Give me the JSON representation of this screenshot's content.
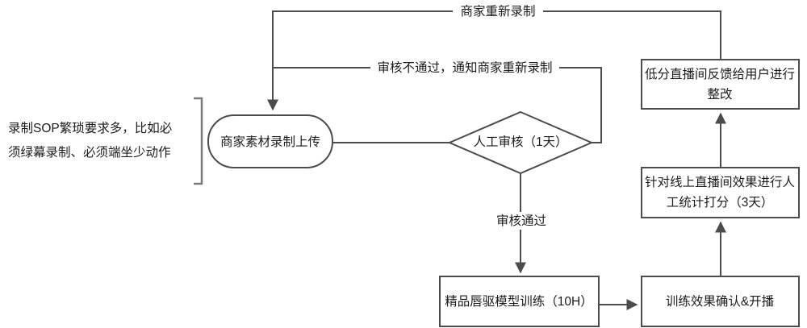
{
  "diagram": {
    "title_text": "",
    "colors": {
      "stroke": "#4c4c4c",
      "bracket": "#7a7a7a",
      "text": "#1c1c1c",
      "background": "#ffffff"
    },
    "annotation": {
      "line1": "录制SOP繁琐要求多，比如必",
      "line2": "须绿幕录制、必须端坐少动作"
    },
    "nodes": {
      "merchant_upload": {
        "label": "商家素材录制上传",
        "shape": "rounded-rect"
      },
      "manual_review": {
        "label": "人工审核（1天）",
        "shape": "diamond"
      },
      "low_score_feedback": {
        "line1": "低分直播间反馈给用户进行",
        "line2": "整改",
        "shape": "rect"
      },
      "manual_scoring": {
        "line1": "针对线上直播间效果进行人",
        "line2": "工统计打分（3天）",
        "shape": "rect"
      },
      "model_training": {
        "label": "精品唇驱模型训练（10H）",
        "shape": "rect"
      },
      "training_confirm": {
        "label": "训练效果确认&开播",
        "shape": "rect"
      }
    },
    "edges": {
      "rerecord": "商家重新录制",
      "review_failed": "审核不通过，通知商家重新录制",
      "review_passed": "审核通过"
    }
  }
}
